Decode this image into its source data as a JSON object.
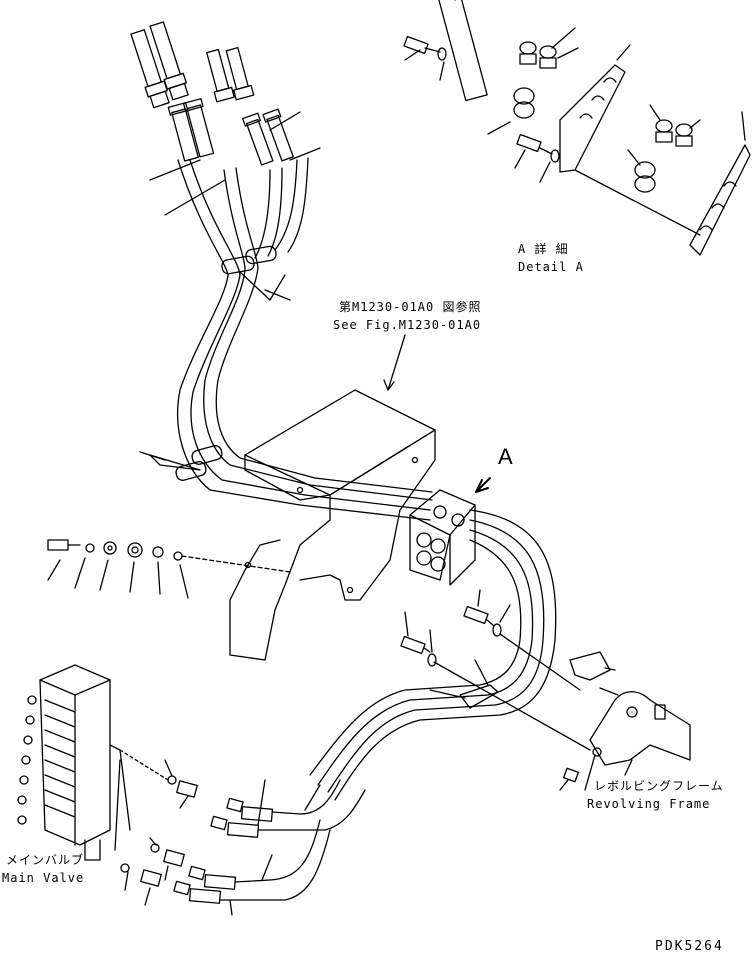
{
  "labels": {
    "detail_a_jp": "A 詳 細",
    "detail_a_en": "Detail A",
    "see_fig_jp": "第M1230-01A0 図参照",
    "see_fig_en": "See Fig.M1230-01A0",
    "view_arrow": "A",
    "main_valve_jp": "メインバルブ",
    "main_valve_en": "Main Valve",
    "revolving_frame_jp": "レボルビングフレーム",
    "revolving_frame_en": "Revolving Frame",
    "drawing_code": "PDK5264"
  },
  "colors": {
    "line": "#000000",
    "background": "#ffffff"
  }
}
